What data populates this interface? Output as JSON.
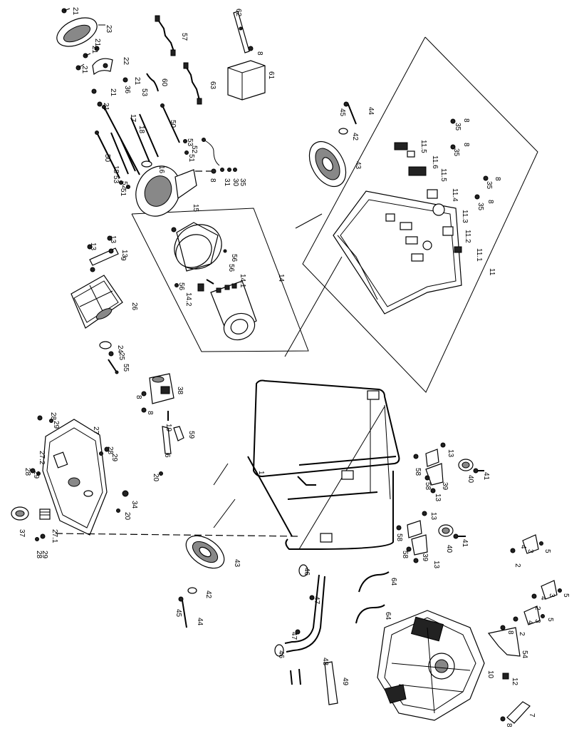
{
  "callouts": [
    {
      "id": "c21a",
      "text": "21"
    },
    {
      "id": "c23",
      "text": "23"
    },
    {
      "id": "c21b",
      "text": "21"
    },
    {
      "id": "c22",
      "text": "22"
    },
    {
      "id": "c21c",
      "text": "21"
    },
    {
      "id": "c21d",
      "text": "21"
    },
    {
      "id": "c57",
      "text": "57"
    },
    {
      "id": "c62",
      "text": "62"
    },
    {
      "id": "c8a",
      "text": "8"
    },
    {
      "id": "c61",
      "text": "61"
    },
    {
      "id": "c63",
      "text": "63"
    },
    {
      "id": "c60",
      "text": "60"
    },
    {
      "id": "c36",
      "text": "36"
    },
    {
      "id": "c21e",
      "text": "21"
    },
    {
      "id": "c53a",
      "text": "53"
    },
    {
      "id": "c21f",
      "text": "21"
    },
    {
      "id": "c21g",
      "text": "21"
    },
    {
      "id": "c17",
      "text": "17"
    },
    {
      "id": "c18a",
      "text": "18"
    },
    {
      "id": "c50a",
      "text": "50"
    },
    {
      "id": "c53b",
      "text": "53"
    },
    {
      "id": "c52a",
      "text": "52"
    },
    {
      "id": "c51a",
      "text": "51"
    },
    {
      "id": "c50b",
      "text": "50"
    },
    {
      "id": "c18b",
      "text": "18"
    },
    {
      "id": "c53c",
      "text": "53"
    },
    {
      "id": "c52b",
      "text": "52"
    },
    {
      "id": "c51b",
      "text": "51"
    },
    {
      "id": "c16",
      "text": "16"
    },
    {
      "id": "c8b",
      "text": "8"
    },
    {
      "id": "c31",
      "text": "31"
    },
    {
      "id": "c30",
      "text": "30"
    },
    {
      "id": "c35a",
      "text": "35"
    },
    {
      "id": "c15",
      "text": "15"
    },
    {
      "id": "c45a",
      "text": "45"
    },
    {
      "id": "c44a",
      "text": "44"
    },
    {
      "id": "c42a",
      "text": "42"
    },
    {
      "id": "c43a",
      "text": "43"
    },
    {
      "id": "c35b",
      "text": "35"
    },
    {
      "id": "c8c",
      "text": "8"
    },
    {
      "id": "c11_5a",
      "text": "11.5"
    },
    {
      "id": "c35c",
      "text": "35"
    },
    {
      "id": "c8d",
      "text": "8"
    },
    {
      "id": "c11_6",
      "text": "11.6"
    },
    {
      "id": "c11_5b",
      "text": "11.5"
    },
    {
      "id": "c35d",
      "text": "35"
    },
    {
      "id": "c8e",
      "text": "8"
    },
    {
      "id": "c11_4",
      "text": "11.4"
    },
    {
      "id": "c35e",
      "text": "35"
    },
    {
      "id": "c8f",
      "text": "8"
    },
    {
      "id": "c11_3",
      "text": "11.3"
    },
    {
      "id": "c11_2",
      "text": "11.2"
    },
    {
      "id": "c11_1",
      "text": "11.1"
    },
    {
      "id": "c11",
      "text": "11"
    },
    {
      "id": "c13a",
      "text": "13"
    },
    {
      "id": "c13b",
      "text": "13"
    },
    {
      "id": "c13c",
      "text": "13"
    },
    {
      "id": "c9",
      "text": "9"
    },
    {
      "id": "c56a",
      "text": "56"
    },
    {
      "id": "c56b",
      "text": "56"
    },
    {
      "id": "c14_1",
      "text": "14.1"
    },
    {
      "id": "c14",
      "text": "14"
    },
    {
      "id": "c56c",
      "text": "56"
    },
    {
      "id": "c14_2",
      "text": "14.2"
    },
    {
      "id": "c26",
      "text": "26"
    },
    {
      "id": "c24",
      "text": "24"
    },
    {
      "id": "c25",
      "text": "25"
    },
    {
      "id": "c55",
      "text": "55"
    },
    {
      "id": "c38",
      "text": "38"
    },
    {
      "id": "c8g",
      "text": "8"
    },
    {
      "id": "c8h",
      "text": "8"
    },
    {
      "id": "c28a",
      "text": "28"
    },
    {
      "id": "c29a",
      "text": "29"
    },
    {
      "id": "c27",
      "text": "27"
    },
    {
      "id": "c19",
      "text": "19"
    },
    {
      "id": "c59",
      "text": "59"
    },
    {
      "id": "c6",
      "text": "6"
    },
    {
      "id": "c27_2",
      "text": "27.2"
    },
    {
      "id": "c28b",
      "text": "28"
    },
    {
      "id": "c29b",
      "text": "29"
    },
    {
      "id": "c28c",
      "text": "28"
    },
    {
      "id": "c29c",
      "text": "29"
    },
    {
      "id": "c20a",
      "text": "20"
    },
    {
      "id": "c13d",
      "text": "13"
    },
    {
      "id": "c58a",
      "text": "58"
    },
    {
      "id": "c58b",
      "text": "58"
    },
    {
      "id": "c39a",
      "text": "39"
    },
    {
      "id": "c40a",
      "text": "40"
    },
    {
      "id": "c41a",
      "text": "41"
    },
    {
      "id": "c1",
      "text": "1"
    },
    {
      "id": "c13e",
      "text": "13"
    },
    {
      "id": "c34",
      "text": "34"
    },
    {
      "id": "c20b",
      "text": "20"
    },
    {
      "id": "c37",
      "text": "37"
    },
    {
      "id": "c27_1",
      "text": "27.1"
    },
    {
      "id": "c28d",
      "text": "28"
    },
    {
      "id": "c29d",
      "text": "29"
    },
    {
      "id": "c13f",
      "text": "13"
    },
    {
      "id": "c58c",
      "text": "58"
    },
    {
      "id": "c58d",
      "text": "58"
    },
    {
      "id": "c39b",
      "text": "39"
    },
    {
      "id": "c40b",
      "text": "40"
    },
    {
      "id": "c41b",
      "text": "41"
    },
    {
      "id": "c13g",
      "text": "13"
    },
    {
      "id": "c43b",
      "text": "43"
    },
    {
      "id": "c46a",
      "text": "46"
    },
    {
      "id": "c64a",
      "text": "64"
    },
    {
      "id": "c42b",
      "text": "42"
    },
    {
      "id": "c45b",
      "text": "45"
    },
    {
      "id": "c44b",
      "text": "44"
    },
    {
      "id": "c47a",
      "text": "47"
    },
    {
      "id": "c64b",
      "text": "64"
    },
    {
      "id": "c47b",
      "text": "47"
    },
    {
      "id": "c46b",
      "text": "46"
    },
    {
      "id": "c48",
      "text": "48"
    },
    {
      "id": "c49",
      "text": "49"
    },
    {
      "id": "c10",
      "text": "10"
    },
    {
      "id": "c12",
      "text": "12"
    },
    {
      "id": "c54",
      "text": "54"
    },
    {
      "id": "c8i",
      "text": "8"
    },
    {
      "id": "c3a",
      "text": "3"
    },
    {
      "id": "c4a",
      "text": "4"
    },
    {
      "id": "c5a",
      "text": "5"
    },
    {
      "id": "c2a",
      "text": "2"
    },
    {
      "id": "c3b",
      "text": "3"
    },
    {
      "id": "c4b",
      "text": "4"
    },
    {
      "id": "c5b",
      "text": "5"
    },
    {
      "id": "c2b",
      "text": "2"
    },
    {
      "id": "c3c",
      "text": "3"
    },
    {
      "id": "c4c",
      "text": "4"
    },
    {
      "id": "c5c",
      "text": "5"
    },
    {
      "id": "c2c",
      "text": "2"
    },
    {
      "id": "c8j",
      "text": "8"
    },
    {
      "id": "c7",
      "text": "7"
    }
  ]
}
